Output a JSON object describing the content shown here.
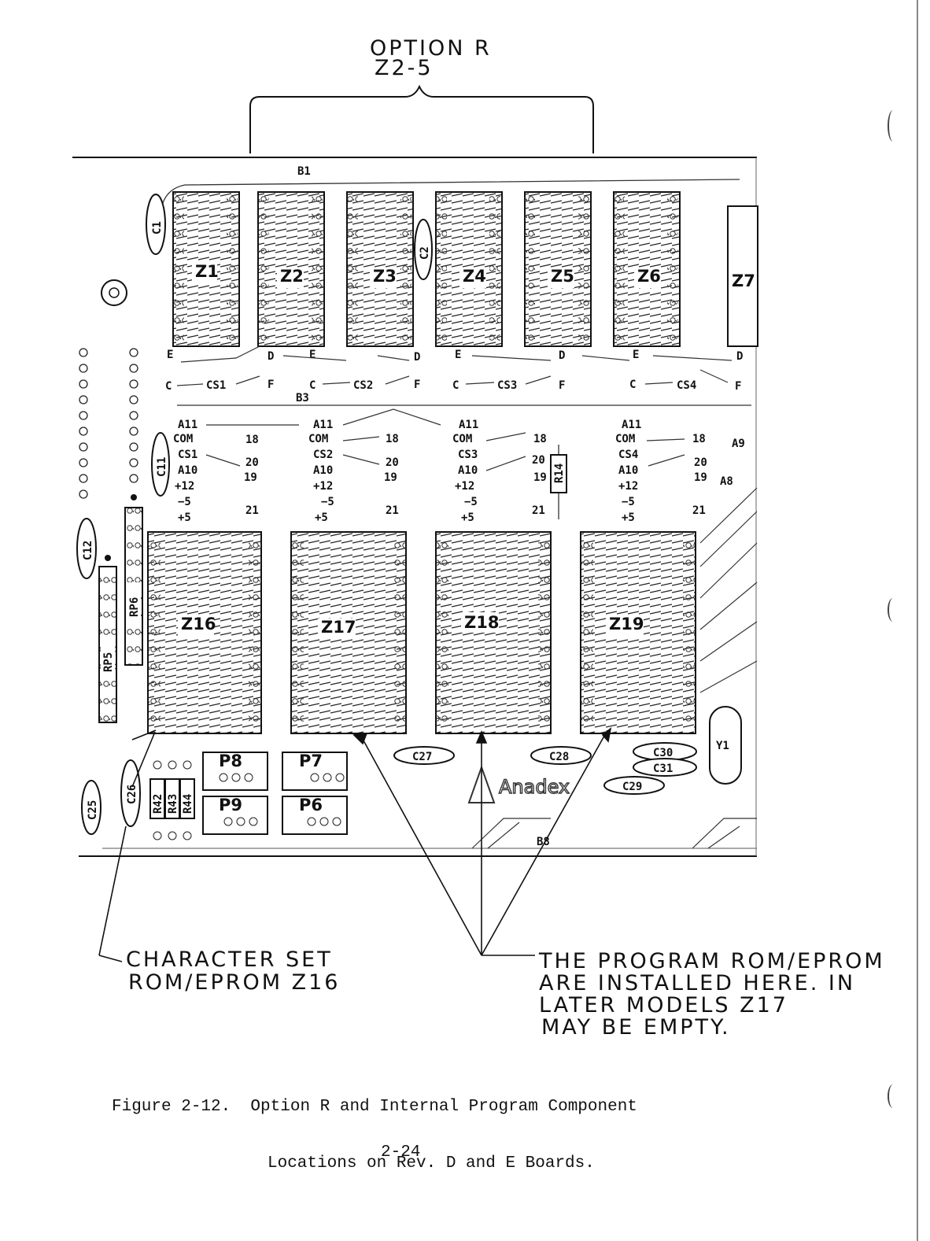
{
  "option_label": {
    "line1": "OPTION R",
    "line2": "Z2-5"
  },
  "board": {
    "top_chips": [
      "Z1",
      "Z2",
      "Z3",
      "Z4",
      "Z5",
      "Z6",
      "Z7"
    ],
    "bottom_chips": [
      "Z16",
      "Z17",
      "Z18",
      "Z19"
    ],
    "connectors": [
      "P8",
      "P7",
      "P9",
      "P6"
    ],
    "capacitors": [
      "C1",
      "C2",
      "C11",
      "C12",
      "C25",
      "C26",
      "C27",
      "C28",
      "C29",
      "C30",
      "C31"
    ],
    "resistors": [
      "R42",
      "R43",
      "R44",
      "R14"
    ],
    "resistor_packs": [
      "RP5",
      "RP6"
    ],
    "crystal": "Y1",
    "buses": [
      "B1",
      "B3",
      "B8"
    ],
    "jumper_row_top": [
      "E",
      "D",
      "E",
      "D",
      "E",
      "D",
      "E",
      "D"
    ],
    "jumper_row_cs": [
      "C",
      "CS1",
      "F",
      "C",
      "CS2",
      "F",
      "C",
      "CS3",
      "F",
      "C",
      "CS4",
      "F"
    ],
    "jumper_blocks": [
      {
        "left": [
          "A11",
          "COM",
          "CS1",
          "A10",
          "+12",
          "−5",
          "+5"
        ],
        "right": [
          "18",
          "20",
          "19",
          "21"
        ]
      },
      {
        "left": [
          "A11",
          "COM",
          "CS2",
          "A10",
          "+12",
          "−5",
          "+5"
        ],
        "right": [
          "18",
          "20",
          "19",
          "21"
        ]
      },
      {
        "left": [
          "A11",
          "COM",
          "CS3",
          "A10",
          "+12",
          "−5",
          "+5"
        ],
        "right": [
          "18",
          "20",
          "19",
          "21"
        ]
      },
      {
        "left": [
          "A11",
          "COM",
          "CS4",
          "A10",
          "+12",
          "−5",
          "+5"
        ],
        "right": [
          "18",
          "20",
          "19",
          "21"
        ]
      }
    ],
    "extra_labels": [
      "A9",
      "A8"
    ],
    "logo": "Anadex"
  },
  "callouts": {
    "charset": [
      "CHARACTER SET",
      "ROM/EPROM Z16"
    ],
    "program": [
      "THE PROGRAM ROM/EPROM",
      "ARE INSTALLED HERE. IN",
      "LATER MODELS Z17",
      "MAY BE EMPTY."
    ]
  },
  "caption": {
    "line1": "Figure 2-12.  Option R and Internal Program Component",
    "line2": "Locations on Rev. D and E Boards."
  },
  "page_number": "2-24"
}
